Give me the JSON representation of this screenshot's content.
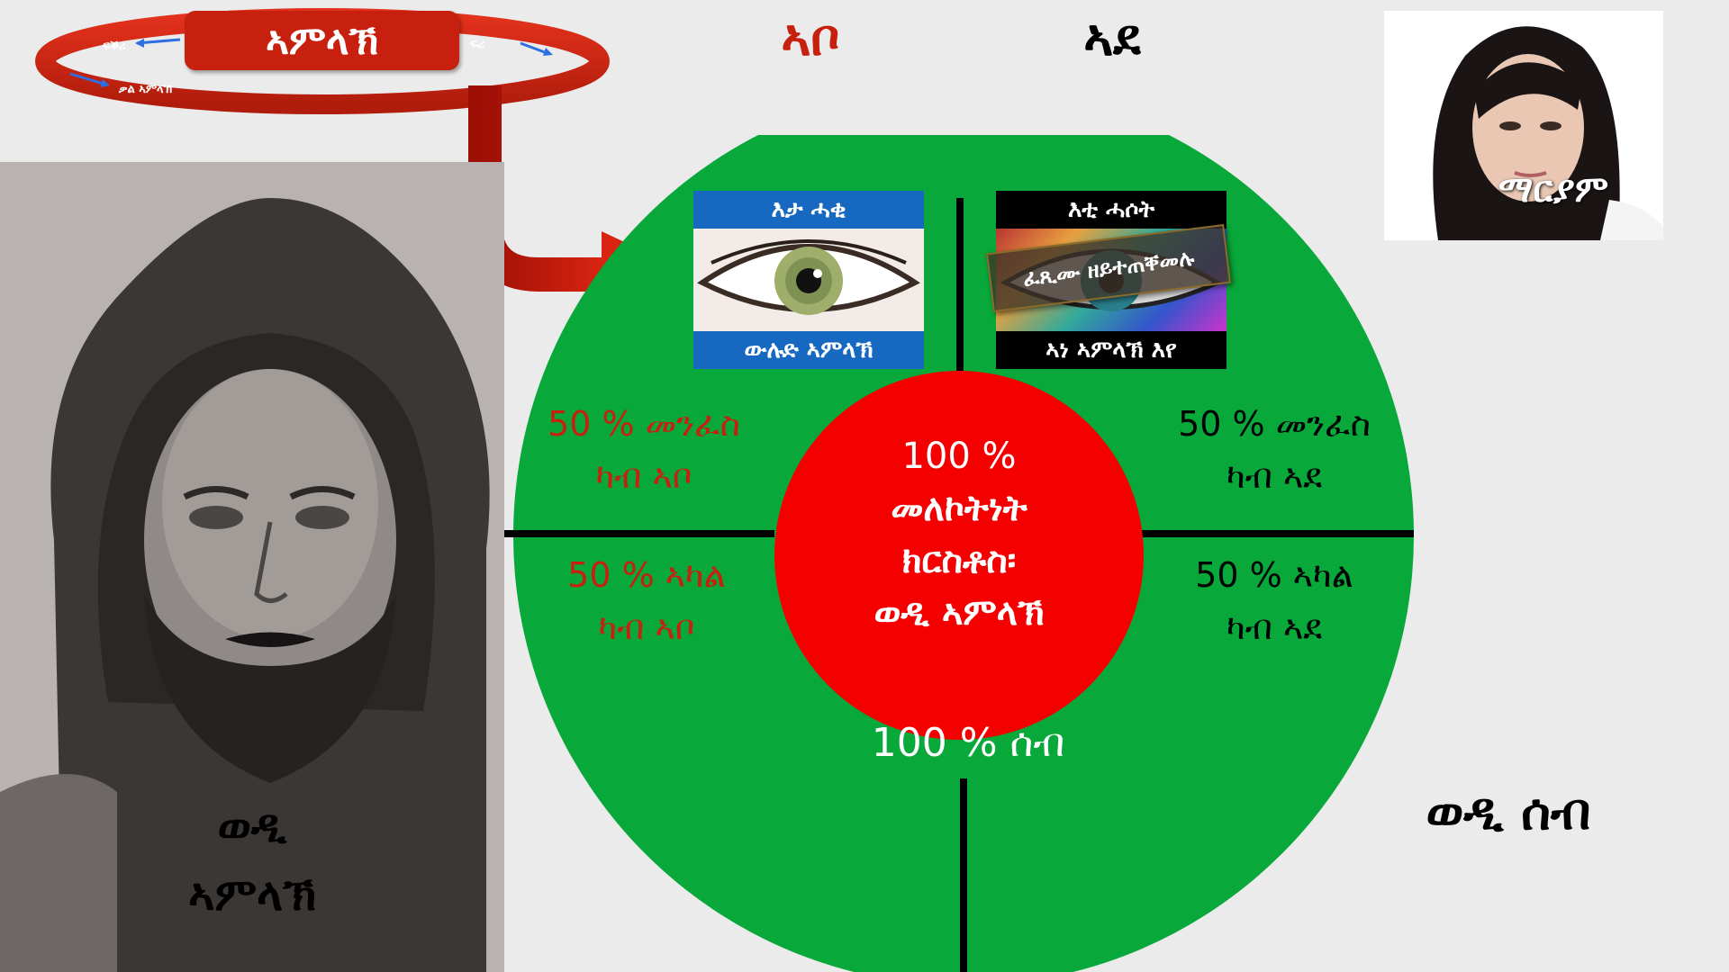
{
  "ring": {
    "title": "ኣምላኽ",
    "left_top": "ፍቕሪ",
    "right_top": "ፍሪ",
    "bottom": "ቃል ኣምላኽ"
  },
  "header": {
    "father": "ኣቦ",
    "mother": "ኣደ"
  },
  "jesus": {
    "caption_line1": "ወዲ",
    "caption_line2": "ኣምላኽ"
  },
  "mary": {
    "caption": "ማርያም"
  },
  "son_of_man": "ወዲ ሰብ",
  "eyes": {
    "true_top": "እታ ሓቂ",
    "true_bottom": "ውሉድ ኣምላኽ",
    "false_top": "እቲ ሓሶት",
    "false_banner": "ፈጺሙ ዘይተጠቐመሉ",
    "false_bottom": "ኣነ ኣምላኽ እየ"
  },
  "quadrants": {
    "tl_line1": "50 % መንፈስ",
    "tl_line2": "ካብ ኣቦ",
    "tr_line1": "50 % መንፈስ",
    "tr_line2": "ካብ ኣደ",
    "bl_line1": "50 % ኣካል",
    "bl_line2": "ካብ ኣቦ",
    "br_line1": "50 % ኣካል",
    "br_line2": "ካብ ኣደ"
  },
  "center": {
    "line1": "100 %",
    "line2": "መለኮትነት",
    "line3": "ክርስቶስ፡",
    "line4": "ወዲ ኣምላኽ"
  },
  "bottom_text": "100 % ሰብ",
  "colors": {
    "circle_green": "#08a83a",
    "center_red": "#f50000",
    "accent_red": "#c8200e",
    "eye_blue": "#1668c1"
  }
}
